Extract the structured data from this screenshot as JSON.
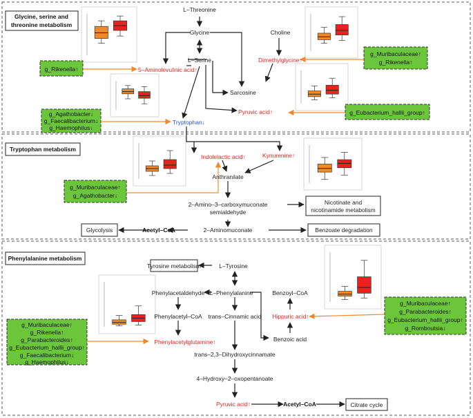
{
  "colors": {
    "up": "#e8231f",
    "down": "#2a4fd6",
    "taxa_box": "#6cc63c",
    "arrow_taxa": "#ef8a2b",
    "plot_ctrl": "#ef8a2b",
    "plot_case": "#e8231f"
  },
  "sections": {
    "gst": {
      "title_line1": "Glycine, serine and",
      "title_line2": "threonine metabolism"
    },
    "trp": {
      "title": "Tryptophan metabolism"
    },
    "phe": {
      "title": "Phenylalanine metabolism"
    }
  },
  "nodes": {
    "l_threonine": "L–Threonine",
    "glycine": "Glycine",
    "l_serine": "L–Serine",
    "choline": "Choline",
    "ala": "5–Aminolevulinic acid↑",
    "dmg": "Dimethylglycine↑",
    "sarcosine": "Sarcosine",
    "pyruvic1": "Pyruvic acid↑",
    "tryptophan": "Tryptophan↓",
    "indolelactic": "Indolelactic acid↑",
    "kynurenine": "Kynurenine↑",
    "anthranilate": "Anthranilate",
    "acms_1": "2–Amino–3–carboxymuconate",
    "acms_2": "semialdehyde",
    "nicotinate_1": "Nicotinate and",
    "nicotinate_2": "nicotinamide metabolism",
    "glycolysis": "Glycolysis",
    "acetyl1": "Acetyl–CoA",
    "aminomuconate": "2–Aminomuconate",
    "benzoate_deg": "Benzoate degradation",
    "tyrosine_met": "Tyrosine metabolism",
    "l_tyrosine": "L–Tyrosine",
    "phenylacetaldehyde": "Phenylacetaldehyde",
    "l_phenylalanine": "L–Phenylalanine",
    "benzoyl_coa": "Benzoyl–CoA",
    "phenylacetyl_coa": "Phenylacetyl–CoA",
    "trans_cinnamic": "trans–Cinnamic acid",
    "hippuric": "Hippuric acid↑",
    "benzoic": "Benzoic acid",
    "phenylacetylglutamine": "Phenylacetylglutamine↑",
    "dihydroxycinn": "trans–2,3–Dihydroxycinnamate",
    "hydroxyoxo": "4–Hydroxy–2–oxopentanoate",
    "pyruvic2": "Pyruvic acid↑",
    "acetyl2": "Acetyl–CoA",
    "citrate": "Citrate cycle"
  },
  "taxa": {
    "t1": [
      "g_Rikenella↑"
    ],
    "t2": [
      "g_Muribaculaceae↑",
      "g_Rikenella↑"
    ],
    "t3": [
      "g_Agathobacter↓",
      "g_Faecalibacterium↓",
      "g_Haemophilus↓"
    ],
    "t4": [
      "g_Eubacterium_hallii_group↑"
    ],
    "t5": [
      "g_Muribaculaceae↑",
      "g_Agathobacter↓"
    ],
    "t6": [
      "g_Muribaculaceae↑",
      "g_Rikenella↑",
      "g_Parabacteroides↑",
      "g_Eubacterium_hallii_group↑",
      "g_Faecalibacterium↓",
      "g_Haemophilus↓"
    ],
    "t7": [
      "g_Muribaculaceae↑",
      "g_Parabacteroides↑",
      "g_Eubacterium_hallii_group↑",
      "g_Romboutsia↓"
    ]
  },
  "plots": [
    {
      "ctrl": [
        0.3,
        0.42,
        0.56,
        0.72,
        0.86
      ],
      "case": [
        0.48,
        0.62,
        0.74,
        0.86,
        0.98
      ]
    },
    {
      "ctrl": [
        0.22,
        0.32,
        0.4,
        0.5,
        0.66
      ],
      "case": [
        0.3,
        0.45,
        0.58,
        0.74,
        0.96
      ]
    },
    {
      "ctrl": [
        0.4,
        0.58,
        0.66,
        0.76,
        0.88
      ],
      "case": [
        0.22,
        0.42,
        0.52,
        0.66,
        0.84
      ]
    },
    {
      "ctrl": [
        0.12,
        0.22,
        0.3,
        0.4,
        0.56
      ],
      "case": [
        0.18,
        0.3,
        0.42,
        0.58,
        0.8
      ]
    },
    {
      "ctrl": [
        0.1,
        0.22,
        0.3,
        0.38,
        0.52
      ],
      "case": [
        0.16,
        0.3,
        0.4,
        0.56,
        0.82
      ]
    },
    {
      "ctrl": [
        0.1,
        0.3,
        0.4,
        0.52,
        0.7
      ],
      "case": [
        0.22,
        0.42,
        0.54,
        0.64,
        0.84
      ]
    },
    {
      "ctrl": [
        0.02,
        0.06,
        0.1,
        0.16,
        0.26
      ],
      "case": [
        0.04,
        0.12,
        0.2,
        0.28,
        0.48
      ]
    },
    {
      "ctrl": [
        0.05,
        0.12,
        0.16,
        0.22,
        0.32
      ],
      "case": [
        0.08,
        0.18,
        0.3,
        0.52,
        0.86
      ]
    }
  ]
}
